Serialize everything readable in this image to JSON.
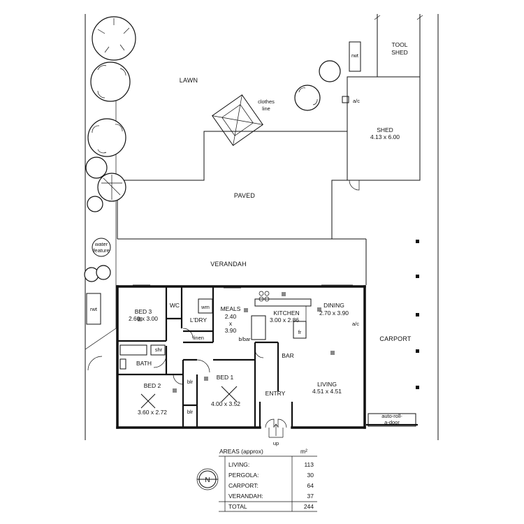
{
  "site": {
    "lawn": "LAWN",
    "paved": "PAVED",
    "verandah": "VERANDAH",
    "carport": "CARPORT",
    "clothesline_line1": "clothes",
    "clothesline_line2": "line",
    "tool_shed_line1": "TOOL",
    "tool_shed_line2": "SHED",
    "rwt_top": "rwt",
    "rwt_left": "rwt",
    "ac_shed": "a/c",
    "shed_name": "SHED",
    "shed_dims": "4.13 x 6.00",
    "water_feature_line1": "water",
    "water_feature_line2": "feature",
    "auto_door_line1": "auto-roll-",
    "auto_door_line2": "a-door",
    "up": "up",
    "north": "N"
  },
  "rooms": {
    "bed3_name": "BED 3",
    "bed3_dims": "2.60 x 3.00",
    "wc": "WC",
    "wm": "wm",
    "ldry": "L'DRY",
    "linen": "linen",
    "meals_name": "MEALS",
    "meals_d1": "2.40",
    "meals_x": "x",
    "meals_d2": "3.90",
    "bbar": "b/bar",
    "kitchen_name": "KITCHEN",
    "kitchen_dims": "3.00 x 2.86",
    "fr": "fr",
    "dining_name": "DINING",
    "dining_dims": "2.70 x 3.90",
    "ac_dining": "a/c",
    "shr": "shr",
    "bath": "BATH",
    "bar": "BAR",
    "bed2_name": "BED 2",
    "bed2_dims": "3.60 x 2.72",
    "blr1": "blr",
    "blr2": "blr",
    "bed1_name": "BED 1",
    "bed1_dims": "4.00 x 3.52",
    "entry": "ENTRY",
    "living_name": "LIVING",
    "living_dims": "4.51 x 4.51"
  },
  "areas": {
    "title": "AREAS (approx)",
    "unit": "m²",
    "rows": [
      {
        "label": "LIVING:",
        "value": "113"
      },
      {
        "label": "PERGOLA:",
        "value": "30"
      },
      {
        "label": "CARPORT:",
        "value": "64"
      },
      {
        "label": "VERANDAH:",
        "value": "37"
      }
    ],
    "total_label": "TOTAL",
    "total_value": "244"
  }
}
